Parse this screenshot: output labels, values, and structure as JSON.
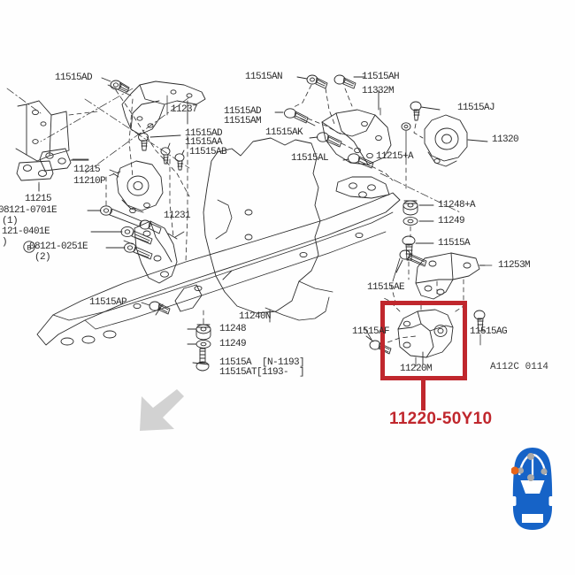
{
  "diagram": {
    "type": "automotive-parts-exploded-view",
    "diagram_code": "A112C 0114",
    "background_color": "#ffffff",
    "line_color": "#2b2b2b",
    "highlight_color": "#c0272d",
    "highlighted_part_number": "11220-50Y10",
    "highlighted_callout": "11220M"
  },
  "labels": {
    "l01": "11515AD",
    "l02": "11237",
    "l03": "11515AN",
    "l04": "11515AH",
    "l05": "11332M",
    "l06": "11515AJ",
    "l07": "11320",
    "l08": "11515AD",
    "l09": "11515AM",
    "l10": "11515AD",
    "l11": "11515AA",
    "l12": "11515AB",
    "l13": "11515AK",
    "l14": "11515AL",
    "l15": "11215+A",
    "l16": "11215",
    "l17": "11210P",
    "l18": "11215",
    "l19": "08121-0701E",
    "l20": "(1)",
    "l21": "121-0401E",
    "l22": ")",
    "l23": "08121-0251E",
    "l24": "(2)",
    "l25": "11231",
    "l26": "11515AP",
    "l27": "11240N",
    "l28": "11248",
    "l29": "11249",
    "l30": "11515A  [N-1193]",
    "l31": "11515AT[1193-  ]",
    "l32": "11248+A",
    "l33": "11249",
    "l34": "11515A",
    "l35": "11253M",
    "l36": "11515AE",
    "l37": "11515AF",
    "l38": "11515AG",
    "l39": "11220M",
    "l40": "B"
  },
  "icons": {
    "arrow": "arrow-down-left-icon",
    "car": "car-top-view-icon",
    "car_body_color": "#1663c7",
    "car_accent_color": "#e8651a",
    "car_dot_color": "#a9a9a9"
  }
}
